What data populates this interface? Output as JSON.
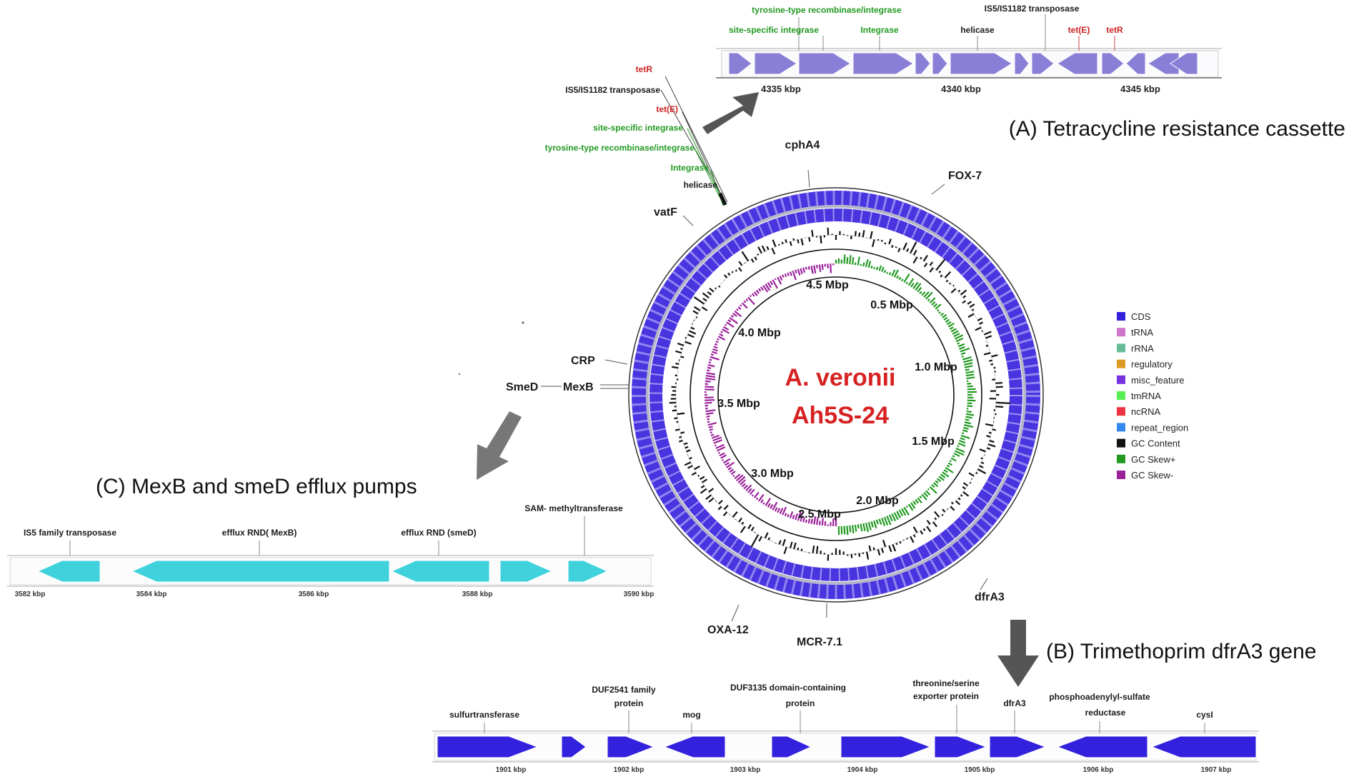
{
  "center": {
    "line1": "A. veronii",
    "line2": "Ah5S-24"
  },
  "ring_ticks": [
    "4.5 Mbp",
    "0.5 Mbp",
    "4.0 Mbp",
    "1.0 Mbp",
    "3.5 Mbp",
    "1.5 Mbp",
    "3.0 Mbp",
    "2.0 Mbp",
    "2.5 Mbp"
  ],
  "genome_labels": {
    "cphA4": "cphA4",
    "fox7": "FOX-7",
    "vatF": "vatF",
    "crp": "CRP",
    "smeD": "SmeD",
    "mexB": "MexB",
    "dfrA3": "dfrA3",
    "oxa12": "OXA-12",
    "mcr": "MCR-7.1"
  },
  "callout_labels": {
    "tetR": "tetR",
    "is5": "IS5/IS1182  transposase",
    "tetE": "tet(E)",
    "ssi": "site-specific integrase",
    "tyr": "tyrosine-type recombinase/integrase",
    "integrase": "Integrase",
    "helicase": "helicase"
  },
  "legend": [
    {
      "label": "CDS",
      "color": "#3322dd"
    },
    {
      "label": "tRNA",
      "color": "#cc77cc"
    },
    {
      "label": "rRNA",
      "color": "#66bb99"
    },
    {
      "label": "regulatory",
      "color": "#dd9922"
    },
    {
      "label": "misc_feature",
      "color": "#7733dd"
    },
    {
      "label": "tmRNA",
      "color": "#55ee55"
    },
    {
      "label": "ncRNA",
      "color": "#ee3344"
    },
    {
      "label": "repeat_region",
      "color": "#3388ee"
    },
    {
      "label": "GC Content",
      "color": "#111111"
    },
    {
      "label": "GC Skew+",
      "color": "#229922"
    },
    {
      "label": "GC Skew-",
      "color": "#992299"
    }
  ],
  "panels": {
    "A": {
      "title": "(A) Tetracycline resistance cassette",
      "ticks": [
        "4335 kbp",
        "4340 kbp",
        "4345 kbp"
      ],
      "labels": {
        "tyr": "tyrosine-type recombinase/integrase",
        "ssi": "site-specific integrase",
        "integrase": "Integrase",
        "is5": "IS5/IS1182  transposase",
        "helicase": "helicase",
        "tetE": "tet(E)",
        "tetR": "tetR"
      }
    },
    "B": {
      "title": "(B) Trimethoprim dfrA3 gene",
      "ticks": [
        "1901 kbp",
        "1902 kbp",
        "1903 kbp",
        "1904 kbp",
        "1905 kbp",
        "1906 kbp",
        "1907 kbp"
      ],
      "labels": {
        "sulfur": "sulfurtransferase",
        "duf2541_1": "DUF2541 family",
        "duf2541_2": "protein",
        "mog": "mog",
        "duf3135_1": "DUF3135 domain-containing",
        "duf3135_2": "protein",
        "thr_1": "threonine/serine",
        "thr_2": "exporter  protein",
        "dfrA3": "dfrA3",
        "paps_1": "phosphoadenylyl-sulfate",
        "paps_2": "reductase",
        "cysI": "cysI"
      }
    },
    "C": {
      "title": "(C) MexB and smeD efflux pumps",
      "ticks": [
        "3582 kbp",
        "3584 kbp",
        "3586 kbp",
        "3588 kbp",
        "3590 kbp"
      ],
      "labels": {
        "is5": "IS5 family transposase",
        "mexB": "efflux RND( MexB)",
        "smeD": "efflux RND (smeD)",
        "sam": "SAM- methyltransferase"
      }
    }
  }
}
